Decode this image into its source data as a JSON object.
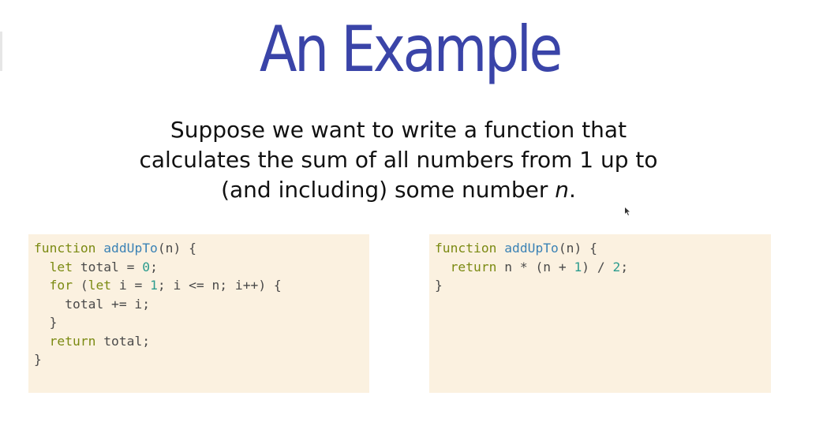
{
  "slide": {
    "title": "An Example",
    "description": {
      "line1": "Suppose we want to write a function that",
      "line2": "calculates the sum of all numbers from 1 up to",
      "line3_prefix": "(and including) some number ",
      "line3_var": "n",
      "line3_suffix": "."
    }
  },
  "code_left": {
    "l1_kw": "function",
    "l1_fn": "addUpTo",
    "l1_rest": "(n) {",
    "l2_indent": "  ",
    "l2_kw": "let",
    "l2_a": " total = ",
    "l2_num": "0",
    "l2_b": ";",
    "l3_indent": "  ",
    "l3_kw1": "for",
    "l3_a": " (",
    "l3_kw2": "let",
    "l3_b": " i = ",
    "l3_num": "1",
    "l3_c": "; i <= n; i++) {",
    "l4": "    total += i;",
    "l5": "  }",
    "l6_indent": "  ",
    "l6_kw": "return",
    "l6_rest": " total;",
    "l7": "}"
  },
  "code_right": {
    "l1_kw": "function",
    "l1_fn": "addUpTo",
    "l1_rest": "(n) {",
    "l2_indent": "  ",
    "l2_kw": "return",
    "l2_a": " n * (n + ",
    "l2_num1": "1",
    "l2_b": ") / ",
    "l2_num2": "2",
    "l2_c": ";",
    "l3": "}"
  },
  "colors": {
    "title": "#3a44a8",
    "code_background": "#fbf1e0",
    "keyword": "#7b8a12",
    "function_name": "#3b82b5",
    "number": "#2c9c8e"
  },
  "icons": {
    "cursor": "mouse-pointer-icon"
  }
}
